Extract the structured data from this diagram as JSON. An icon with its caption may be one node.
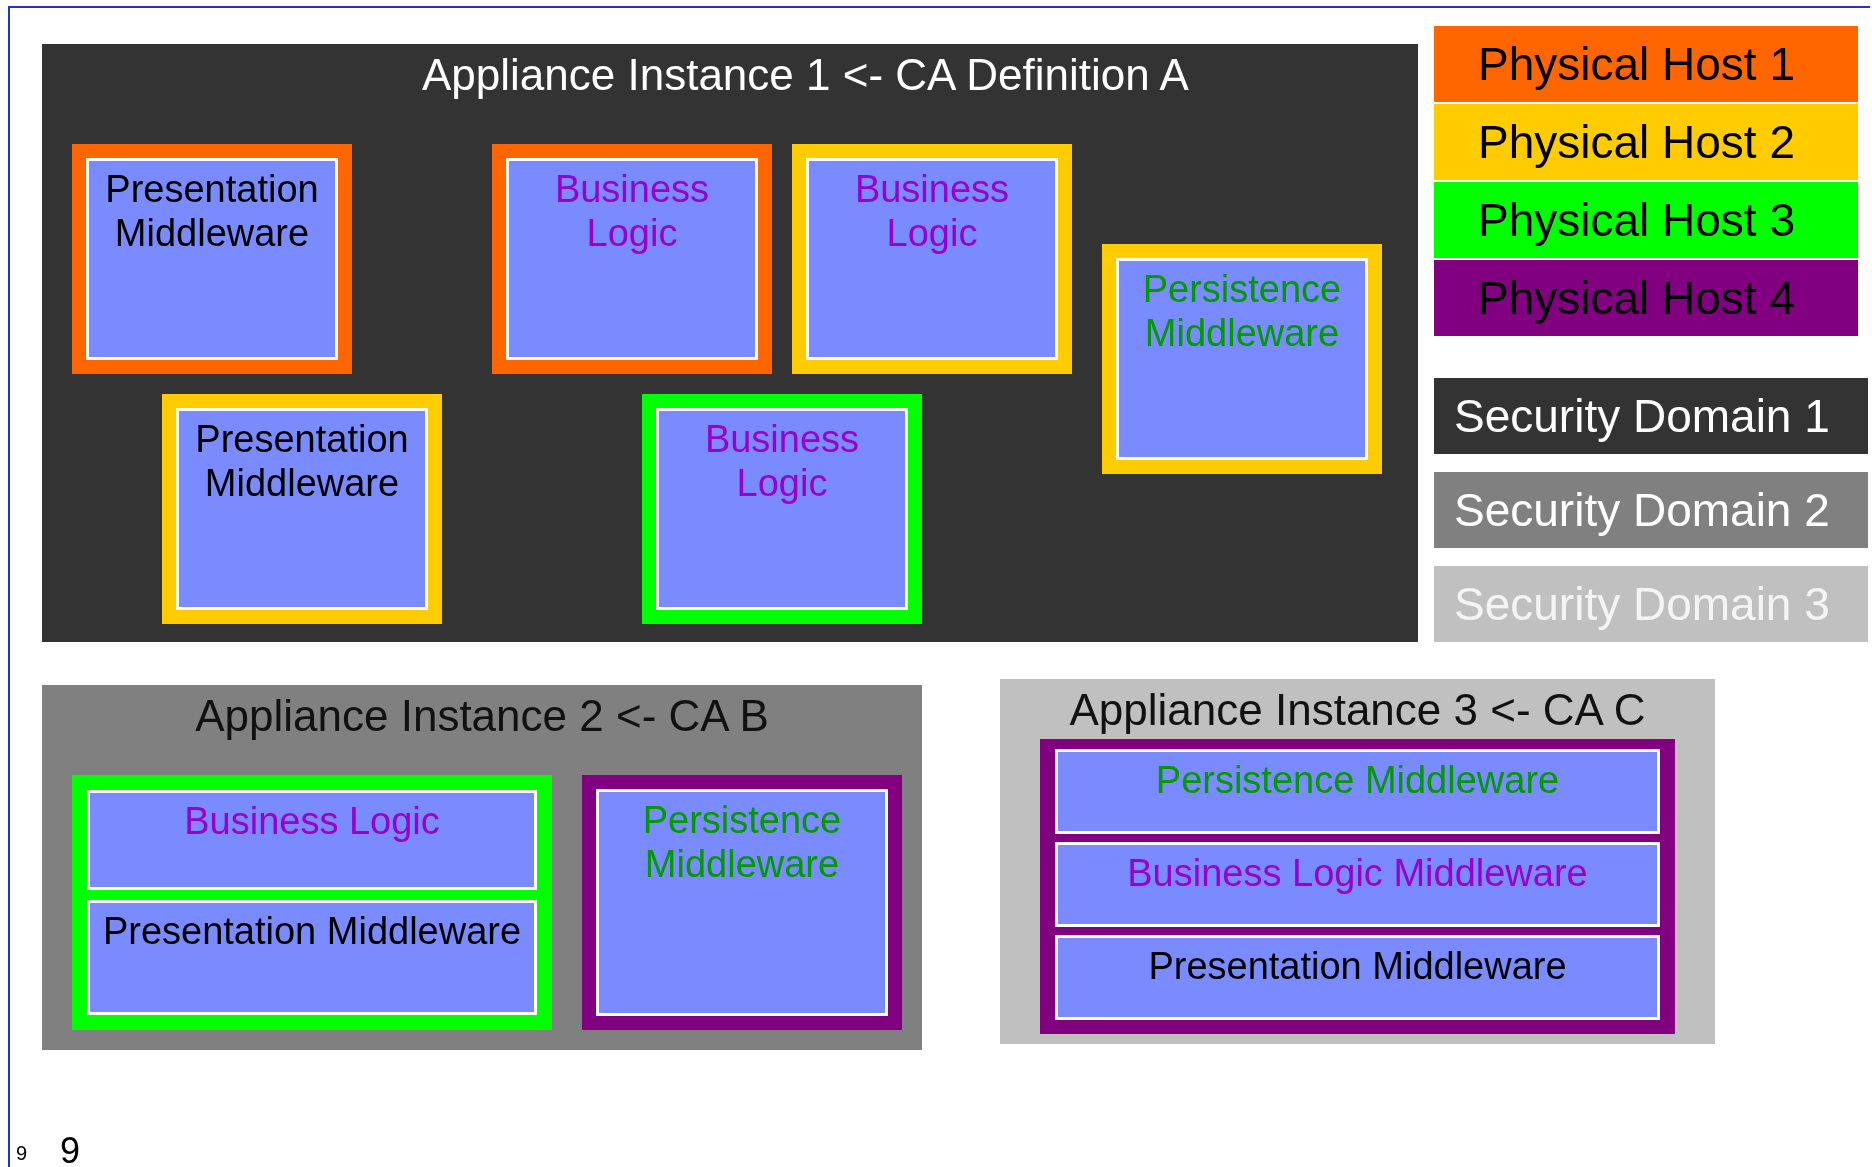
{
  "diagram": {
    "nodes": [
      {
        "text": [
          "Appliance Instance 1 <- CA Definition A"
        ]
      },
      {
        "text": [],
        "shape": "box",
        "in": 0
      },
      {
        "text": [
          "Presentation Middleware"
        ],
        "in": 1
      },
      {
        "text": [],
        "shape": "box",
        "in": 0
      },
      {
        "text": [
          "Presentation Middleware"
        ],
        "in": 3
      },
      {
        "text": [],
        "shape": "box",
        "in": 0
      },
      {
        "text": [
          "Business Logic"
        ],
        "in": 5
      },
      {
        "text": [],
        "shape": "box",
        "in": 0
      },
      {
        "text": [
          "Business Logic"
        ],
        "in": 7
      },
      {
        "text": [],
        "shape": "box",
        "in": 0
      },
      {
        "text": [
          "Business Logic"
        ],
        "in": 9
      },
      {
        "text": [],
        "shape": "box",
        "in": 0
      },
      {
        "text": [
          "Persistence Middleware"
        ],
        "in": 11
      },
      {
        "text": [
          "Appliance Instance 2 <- CA B"
        ]
      },
      {
        "text": [],
        "shape": "box",
        "in": 13
      },
      {
        "text": [
          "Business Logic"
        ],
        "in": 14
      },
      {
        "text": [
          "Presentation Middleware"
        ],
        "in": 14
      },
      {
        "text": [],
        "shape": "box",
        "in": 13
      },
      {
        "text": [
          "Persistence Middleware"
        ],
        "in": 17
      },
      {
        "text": [
          "Appliance Instance 3 <- CA C"
        ]
      },
      {
        "text": [],
        "shape": "box",
        "in": 19
      },
      {
        "text": [
          "Persistence Middleware"
        ],
        "in": 20
      },
      {
        "text": [
          "Business Logic Middleware"
        ],
        "in": 20
      },
      {
        "text": [
          "Presentation Middleware"
        ],
        "in": 20
      }
    ],
    "edges": [],
    "labels": [
      "9",
      "9"
    ],
    "legend": [
      {
        "text": "Physical Host 1",
        "color": "#ff6600"
      },
      {
        "text": "Physical Host 2",
        "color": "#ffcc00"
      },
      {
        "text": "Physical Host 3",
        "color": "#00ff00"
      },
      {
        "text": "Physical Host 4",
        "color": "#800080"
      },
      {
        "text": "Security Domain 1",
        "color": "#333333"
      },
      {
        "text": "Security Domain 2",
        "color": "#808080"
      },
      {
        "text": "Security Domain 3",
        "color": "#c0c0c0"
      }
    ]
  }
}
